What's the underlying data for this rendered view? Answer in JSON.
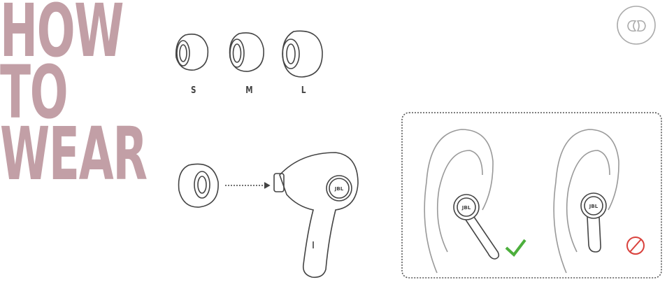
{
  "title": {
    "line1": "HOW",
    "line2": "TO",
    "line3": "WEAR"
  },
  "ear_tip_sizes": [
    "S",
    "M",
    "L"
  ],
  "brand": "JBL",
  "icons": {
    "badge": "earbuds-pair-icon",
    "correct": "checkmark-icon",
    "incorrect": "prohibited-icon"
  },
  "colors": {
    "title": "#c29fa6",
    "check": "#4caf3c",
    "prohibited": "#d9413c",
    "line": "#444444"
  }
}
